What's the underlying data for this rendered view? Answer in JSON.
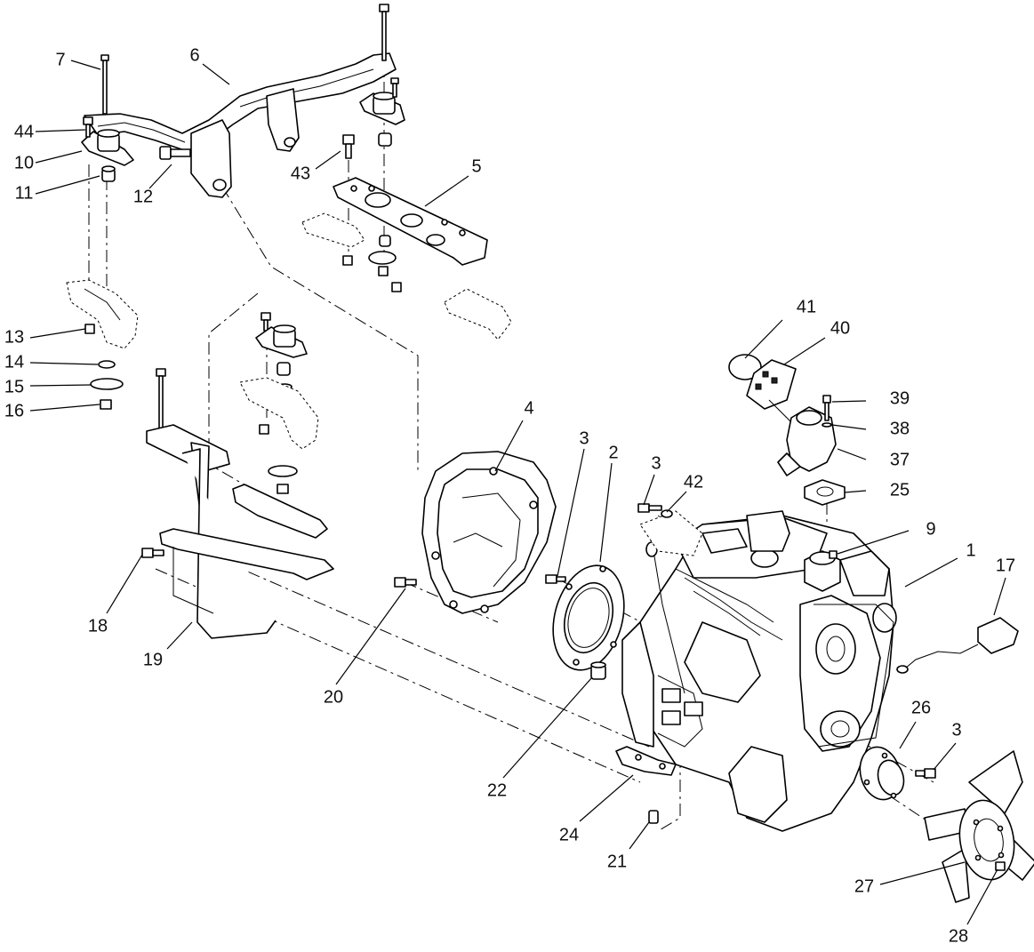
{
  "callouts": [
    {
      "id": "c1",
      "label": "1"
    },
    {
      "id": "c2",
      "label": "2"
    },
    {
      "id": "c3a",
      "label": "3"
    },
    {
      "id": "c3b",
      "label": "3"
    },
    {
      "id": "c3c",
      "label": "3"
    },
    {
      "id": "c4",
      "label": "4"
    },
    {
      "id": "c5",
      "label": "5"
    },
    {
      "id": "c6",
      "label": "6"
    },
    {
      "id": "c7",
      "label": "7"
    },
    {
      "id": "c9",
      "label": "9"
    },
    {
      "id": "c10",
      "label": "10"
    },
    {
      "id": "c11",
      "label": "11"
    },
    {
      "id": "c12",
      "label": "12"
    },
    {
      "id": "c13",
      "label": "13"
    },
    {
      "id": "c14",
      "label": "14"
    },
    {
      "id": "c15",
      "label": "15"
    },
    {
      "id": "c16",
      "label": "16"
    },
    {
      "id": "c17",
      "label": "17"
    },
    {
      "id": "c18",
      "label": "18"
    },
    {
      "id": "c19",
      "label": "19"
    },
    {
      "id": "c20",
      "label": "20"
    },
    {
      "id": "c21",
      "label": "21"
    },
    {
      "id": "c22",
      "label": "22"
    },
    {
      "id": "c24",
      "label": "24"
    },
    {
      "id": "c25",
      "label": "25"
    },
    {
      "id": "c26",
      "label": "26"
    },
    {
      "id": "c27",
      "label": "27"
    },
    {
      "id": "c28",
      "label": "28"
    },
    {
      "id": "c37",
      "label": "37"
    },
    {
      "id": "c38",
      "label": "38"
    },
    {
      "id": "c39",
      "label": "39"
    },
    {
      "id": "c40",
      "label": "40"
    },
    {
      "id": "c41",
      "label": "41"
    },
    {
      "id": "c42",
      "label": "42"
    },
    {
      "id": "c43",
      "label": "43"
    },
    {
      "id": "c44",
      "label": "44"
    }
  ]
}
